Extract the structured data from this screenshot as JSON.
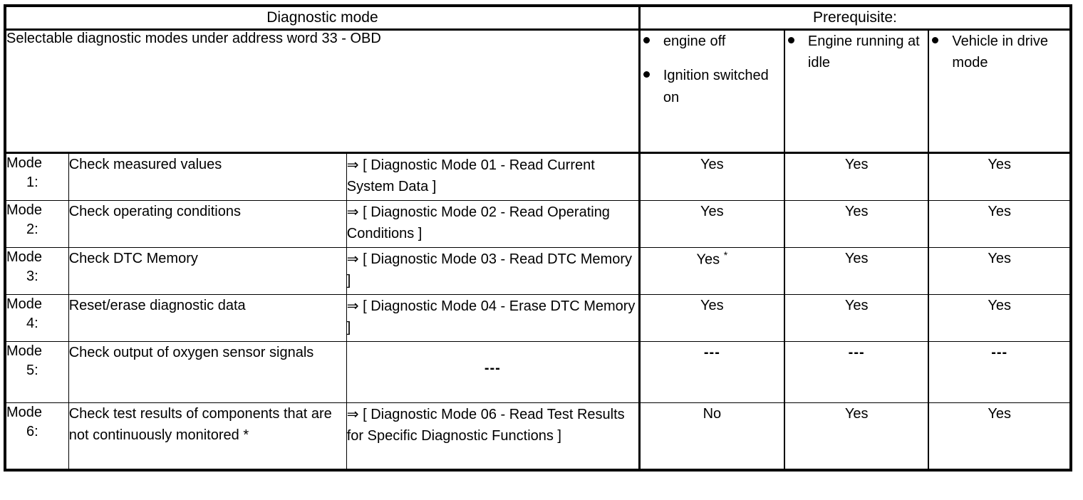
{
  "table": {
    "headers": {
      "diagnostic_mode": "Diagnostic mode",
      "prerequisite": "Prerequisite:"
    },
    "intro": {
      "text": "Selectable diagnostic modes under address word 33 - OBD"
    },
    "prerequisite_columns": [
      {
        "id": "engine-off",
        "bullets": [
          "engine off",
          "Ignition switched on"
        ]
      },
      {
        "id": "engine-idle",
        "bullets": [
          "Engine running at idle"
        ]
      },
      {
        "id": "drive-mode",
        "bullets": [
          "Vehicle in drive mode"
        ]
      }
    ],
    "rows": [
      {
        "mode_label": "Mode",
        "mode_number": "1:",
        "description": "Check measured values",
        "reference_arrow": "⇒",
        "reference": "[ Diagnostic Mode 01 - Read Current System Data ]",
        "has_reference": true,
        "prereq": [
          "Yes",
          "Yes",
          "Yes"
        ],
        "prereq_asterisk": [
          false,
          false,
          false
        ]
      },
      {
        "mode_label": "Mode",
        "mode_number": "2:",
        "description": "Check operating conditions",
        "reference_arrow": "⇒",
        "reference": "[ Diagnostic Mode 02 - Read Operating Conditions ]",
        "has_reference": true,
        "prereq": [
          "Yes",
          "Yes",
          "Yes"
        ],
        "prereq_asterisk": [
          false,
          false,
          false
        ]
      },
      {
        "mode_label": "Mode",
        "mode_number": "3:",
        "description": "Check DTC Memory",
        "reference_arrow": "⇒",
        "reference": "[ Diagnostic Mode 03 - Read DTC Memory ]",
        "has_reference": true,
        "prereq": [
          "Yes",
          "Yes",
          "Yes"
        ],
        "prereq_asterisk": [
          true,
          false,
          false
        ]
      },
      {
        "mode_label": "Mode",
        "mode_number": "4:",
        "description": "Reset/erase diagnostic data",
        "reference_arrow": "⇒",
        "reference": "[ Diagnostic Mode 04 - Erase DTC Memory ]",
        "has_reference": true,
        "prereq": [
          "Yes",
          "Yes",
          "Yes"
        ],
        "prereq_asterisk": [
          false,
          false,
          false
        ]
      },
      {
        "mode_label": "Mode",
        "mode_number": "5:",
        "description": "Check output of oxygen sensor signals",
        "reference_arrow": "",
        "reference": "---",
        "has_reference": false,
        "prereq": [
          "---",
          "---",
          "---"
        ],
        "prereq_asterisk": [
          false,
          false,
          false
        ]
      },
      {
        "mode_label": "Mode",
        "mode_number": "6:",
        "description": "Check test results of components that are not continuously monitored *",
        "reference_arrow": "⇒",
        "reference": "[ Diagnostic Mode 06 - Read Test Results for Specific Diagnostic Functions ]",
        "has_reference": true,
        "prereq": [
          "No",
          "Yes",
          "Yes"
        ],
        "prereq_asterisk": [
          false,
          false,
          false
        ]
      }
    ]
  },
  "colors": {
    "ink": "#000000",
    "paper": "#ffffff"
  }
}
